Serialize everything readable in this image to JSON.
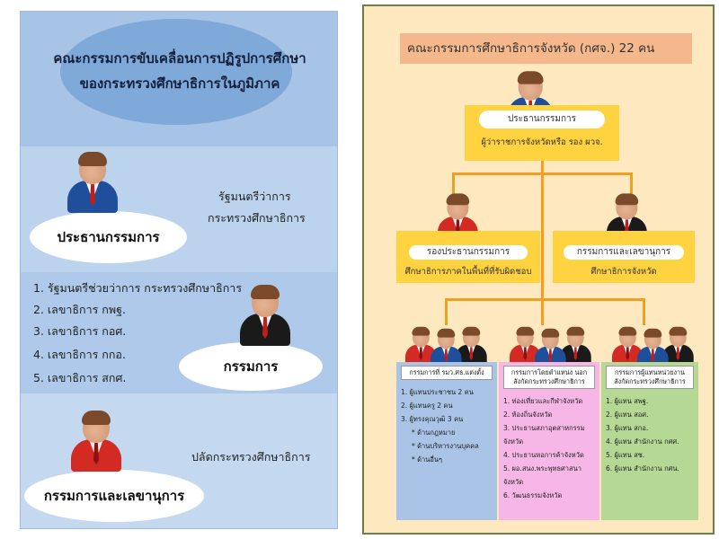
{
  "left": {
    "title_line1": "คณะกรรมการขับเคลื่อนการปฏิรูปการศึกษา",
    "title_line2": "ของกระทรวงศึกษาธิการในภูมิภาค",
    "chairman": {
      "label": "ประธานกรรมการ",
      "desc_line1": "รัฐมนตรีว่าการ",
      "desc_line2": "กระทรวงศึกษาธิการ"
    },
    "members": {
      "label": "กรรมการ",
      "items": [
        "1. รัฐมนตรีช่วยว่าการ กระทรวงศึกษาธิการ",
        "2. เลขาธิการ กพฐ.",
        "3. เลขาธิการ กอศ.",
        "4.  เลขาธิการ กกอ.",
        "5. เลขาธิการ สกศ."
      ]
    },
    "secretary": {
      "label": "กรรมการและเลขานุการ",
      "desc": "ปลัดกระทรวงศึกษาธิการ"
    }
  },
  "right": {
    "title": "คณะกรรมการศึกษาธิการจังหวัด (กศจ.) 22 คน",
    "chair": {
      "label": "ประธานกรรมการ",
      "sub": "ผู้ว่าราชการจังหวัดหรือ รอง ผวจ."
    },
    "vice": {
      "label": "รองประธานกรรมการ",
      "sub": "ศึกษาธิการภาคในพื้นที่ที่รับผิดชอบ"
    },
    "secretary": {
      "label": "กรรมการและเลขานุการ",
      "sub": "ศึกษาธิการจังหวัด"
    },
    "columns": [
      {
        "header": "กรรมการที่ รมว.ศธ.แต่งตั้ง",
        "color": "#a9c4e6",
        "items": [
          "1. ผู้แทนประชาชน 2 คน",
          "2. ผู้แทนครู 2 คน",
          "3. ผู้ทรงคุณวุฒิ 3 คน",
          "   * ด้านกฎหมาย",
          "   * ด้านบริหารงานบุคคล",
          "   * ด้านอื่นๆ"
        ]
      },
      {
        "header": "กรรมการโดยตำแหน่ง นอก สังกัดกระทรวงศึกษาธิการ",
        "color": "#f6b6e6",
        "items": [
          "1. ท่องเที่ยวและกีฬาจังหวัด",
          "2. ท้องถิ่นจังหวัด",
          "3. ประธานสภาอุตสาหกรรม",
          "   จังหวัด",
          "4. ประธานหอการค้าจังหวัด",
          "5. ผอ.สนง.พระพุทธศาสนา",
          "   จังหวัด",
          "6. วัฒนธรรมจังหวัด"
        ]
      },
      {
        "header": "กรรมการผู้แทนหน่วยงาน สังกัดกระทรวงศึกษาธิการ",
        "color": "#b5d995",
        "items": [
          "1. ผู้แทน สพฐ.",
          "2. ผู้แทน สอศ.",
          "3. ผู้แทน สกอ.",
          "4. ผู้แทน สำนักงาน กศศ.",
          "5. ผู้แทน สช.",
          "6. ผู้แทน สำนักงาน กศน."
        ]
      }
    ]
  }
}
